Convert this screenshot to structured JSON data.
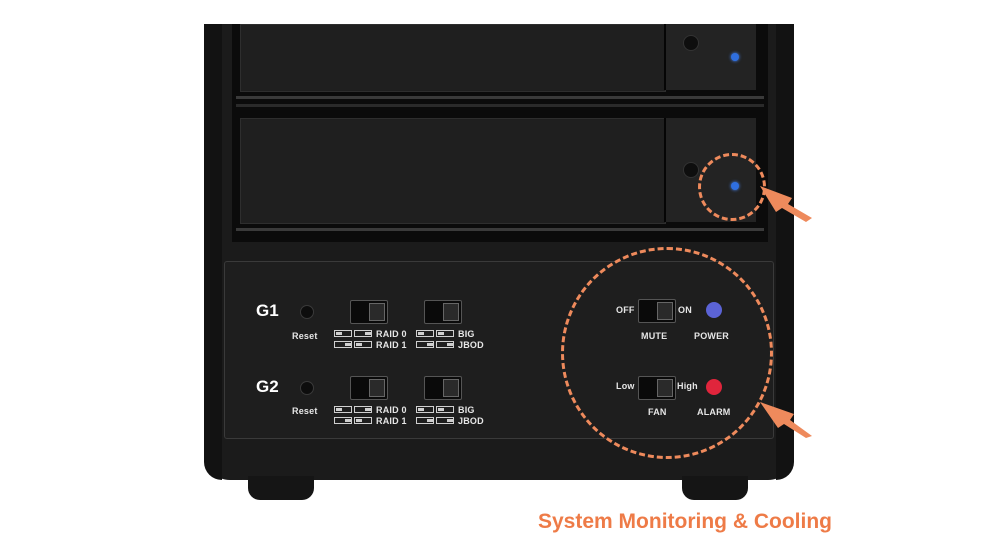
{
  "panel": {
    "groups": [
      {
        "label": "G1",
        "reset_label": "Reset",
        "raid_options": [
          "RAID 0",
          "RAID 1"
        ],
        "span_options": [
          "BIG",
          "JBOD"
        ]
      },
      {
        "label": "G2",
        "reset_label": "Reset",
        "raid_options": [
          "RAID 0",
          "RAID 1"
        ],
        "span_options": [
          "BIG",
          "JBOD"
        ]
      }
    ],
    "mute": {
      "off_label": "OFF",
      "on_label": "ON",
      "label": "MUTE"
    },
    "power": {
      "label": "POWER",
      "led_color": "#5b63d6"
    },
    "fan": {
      "low_label": "Low",
      "high_label": "High",
      "label": "FAN"
    },
    "alarm": {
      "label": "ALARM",
      "led_color": "#e0253c"
    }
  },
  "bays": {
    "led_color": "#2f6fe0"
  },
  "caption": "System Monitoring & Cooling",
  "colors": {
    "accent": "#ee7b47",
    "enclosure": "#1b1b1b"
  }
}
